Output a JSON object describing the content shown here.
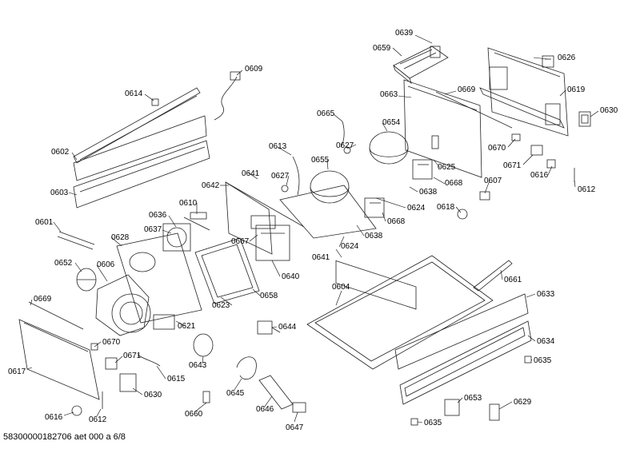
{
  "footer": {
    "document_id": "58300000182706 aet 000 a 6/8"
  },
  "callouts": [
    {
      "id": "c0639",
      "text": "0639"
    },
    {
      "id": "c0659",
      "text": "0659"
    },
    {
      "id": "c0626",
      "text": "0626"
    },
    {
      "id": "c0609",
      "text": "0609"
    },
    {
      "id": "c0669a",
      "text": "0669"
    },
    {
      "id": "c0663",
      "text": "0663"
    },
    {
      "id": "c0619",
      "text": "0619"
    },
    {
      "id": "c0614",
      "text": "0614"
    },
    {
      "id": "c0630a",
      "text": "0630"
    },
    {
      "id": "c0665",
      "text": "0665"
    },
    {
      "id": "c0654",
      "text": "0654"
    },
    {
      "id": "c0602",
      "text": "0602"
    },
    {
      "id": "c0627a",
      "text": "0627"
    },
    {
      "id": "c0670a",
      "text": "0670"
    },
    {
      "id": "c0613",
      "text": "0613"
    },
    {
      "id": "c0655",
      "text": "0655"
    },
    {
      "id": "c0625",
      "text": "0625"
    },
    {
      "id": "c0671a",
      "text": "0671"
    },
    {
      "id": "c0616a",
      "text": "0616"
    },
    {
      "id": "c0641a",
      "text": "0641"
    },
    {
      "id": "c0627b",
      "text": "0627"
    },
    {
      "id": "c0668a",
      "text": "0668"
    },
    {
      "id": "c0612a",
      "text": "0612"
    },
    {
      "id": "c0642",
      "text": "0642"
    },
    {
      "id": "c0638a",
      "text": "0638"
    },
    {
      "id": "c0607",
      "text": "0607"
    },
    {
      "id": "c0603",
      "text": "0603"
    },
    {
      "id": "c0610",
      "text": "0610"
    },
    {
      "id": "c0624a",
      "text": "0624"
    },
    {
      "id": "c0618",
      "text": "0618"
    },
    {
      "id": "c0636",
      "text": "0636"
    },
    {
      "id": "c0668b",
      "text": "0668"
    },
    {
      "id": "c0601",
      "text": "0601"
    },
    {
      "id": "c0637",
      "text": "0637"
    },
    {
      "id": "c0638b",
      "text": "0638"
    },
    {
      "id": "c0628",
      "text": "0628"
    },
    {
      "id": "c0667",
      "text": "0667"
    },
    {
      "id": "c0624b",
      "text": "0624"
    },
    {
      "id": "c0641b",
      "text": "0641"
    },
    {
      "id": "c0652",
      "text": "0652"
    },
    {
      "id": "c0606",
      "text": "0606"
    },
    {
      "id": "c0640",
      "text": "0640"
    },
    {
      "id": "c0661",
      "text": "0661"
    },
    {
      "id": "c0604",
      "text": "0604"
    },
    {
      "id": "c0669b",
      "text": "0669"
    },
    {
      "id": "c0623",
      "text": "0623"
    },
    {
      "id": "c0658",
      "text": "0658"
    },
    {
      "id": "c0633",
      "text": "0633"
    },
    {
      "id": "c0621",
      "text": "0621"
    },
    {
      "id": "c0644",
      "text": "0644"
    },
    {
      "id": "c0670b",
      "text": "0670"
    },
    {
      "id": "c0634",
      "text": "0634"
    },
    {
      "id": "c0671b",
      "text": "0671"
    },
    {
      "id": "c0643",
      "text": "0643"
    },
    {
      "id": "c0635a",
      "text": "0635"
    },
    {
      "id": "c0617",
      "text": "0617"
    },
    {
      "id": "c0615",
      "text": "0615"
    },
    {
      "id": "c0645",
      "text": "0645"
    },
    {
      "id": "c0630b",
      "text": "0630"
    },
    {
      "id": "c0653",
      "text": "0653"
    },
    {
      "id": "c0629",
      "text": "0629"
    },
    {
      "id": "c0646",
      "text": "0646"
    },
    {
      "id": "c0660",
      "text": "0660"
    },
    {
      "id": "c0616b",
      "text": "0616"
    },
    {
      "id": "c0612b",
      "text": "0612"
    },
    {
      "id": "c0635b",
      "text": "0635"
    },
    {
      "id": "c0647",
      "text": "0647"
    }
  ]
}
